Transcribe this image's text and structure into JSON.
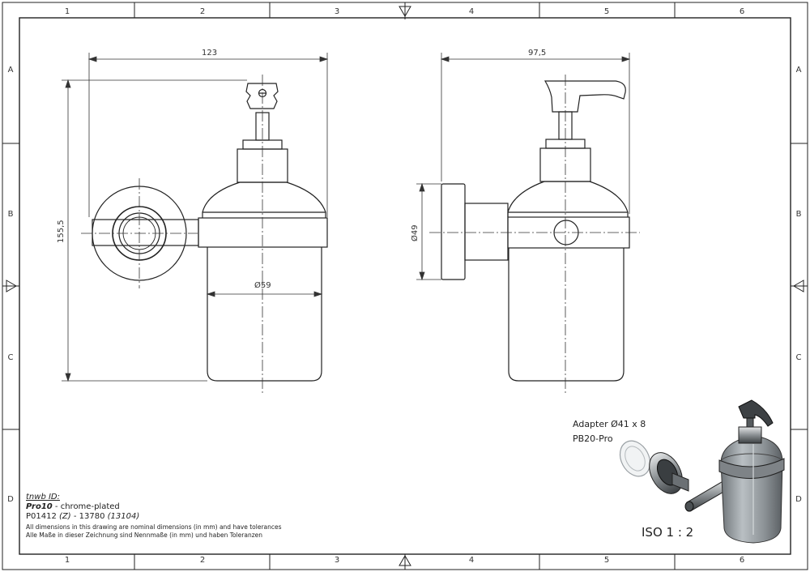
{
  "grid": {
    "columns": [
      "1",
      "2",
      "3",
      "4",
      "5",
      "6"
    ],
    "rows": [
      "A",
      "B",
      "C",
      "D"
    ]
  },
  "dimensions": {
    "front_width": "123",
    "front_height": "155,5",
    "front_diameter": "Ø59",
    "side_width": "97,5",
    "side_diameter": "Ø49"
  },
  "title_block": {
    "id_label": "tnwb ID:",
    "product_name": "Pro10",
    "product_finish": " - chrome-plated",
    "article_prefix": "P01412 ",
    "article_z": "(Z)",
    "article_mid": " - 13780 ",
    "article_alt": "(13104)",
    "note_en": "All dimensions in this drawing are nominal dimensions (in mm) and have tolerances",
    "note_de": "Alle Maße in dieser Zeichnung sind Nennmaße (in mm) und haben Toleranzen"
  },
  "adapter": {
    "line1": "Adapter Ø41 x 8",
    "line2": "PB20-Pro"
  },
  "scale": "ISO 1 : 2"
}
